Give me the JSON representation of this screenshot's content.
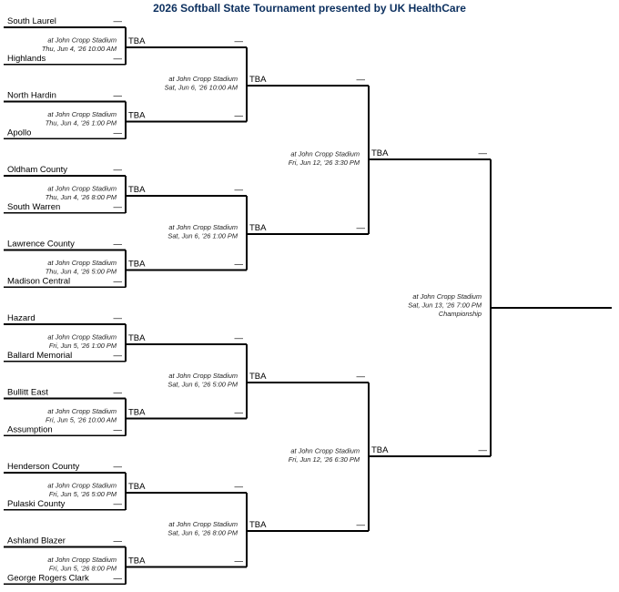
{
  "title": "2026 Softball State Tournament presented by UK HealthCare",
  "accent_color": "#0b2f5e",
  "score_placeholder": "—",
  "round1": [
    {
      "top": "South Laurel",
      "bottom": "Highlands",
      "venue": "at John Cropp Stadium",
      "time": "Thu, Jun 4, '26 10:00 AM"
    },
    {
      "top": "North Hardin",
      "bottom": "Apollo",
      "venue": "at John Cropp Stadium",
      "time": "Thu, Jun 4, '26 1:00 PM"
    },
    {
      "top": "Oldham County",
      "bottom": "South Warren",
      "venue": "at John Cropp Stadium",
      "time": "Thu, Jun 4, '26 8:00 PM"
    },
    {
      "top": "Lawrence County",
      "bottom": "Madison Central",
      "venue": "at John Cropp Stadium",
      "time": "Thu, Jun 4, '26 5:00 PM"
    },
    {
      "top": "Hazard",
      "bottom": "Ballard Memorial",
      "venue": "at John Cropp Stadium",
      "time": "Fri, Jun 5, '26 1:00 PM"
    },
    {
      "top": "Bullitt East",
      "bottom": "Assumption",
      "venue": "at John Cropp Stadium",
      "time": "Fri, Jun 5, '26 10:00 AM"
    },
    {
      "top": "Henderson County",
      "bottom": "Pulaski County",
      "venue": "at John Cropp Stadium",
      "time": "Fri, Jun 5, '26 5:00 PM"
    },
    {
      "top": "Ashland Blazer",
      "bottom": "George Rogers Clark",
      "venue": "at John Cropp Stadium",
      "time": "Fri, Jun 5, '26 8:00 PM"
    }
  ],
  "round2": [
    {
      "top": "TBA",
      "bottom": "TBA",
      "venue": "at John Cropp Stadium",
      "time": "Sat, Jun 6, '26 10:00 AM"
    },
    {
      "top": "TBA",
      "bottom": "TBA",
      "venue": "at John Cropp Stadium",
      "time": "Sat, Jun 6, '26 1:00 PM"
    },
    {
      "top": "TBA",
      "bottom": "TBA",
      "venue": "at John Cropp Stadium",
      "time": "Sat, Jun 6, '26 5:00 PM"
    },
    {
      "top": "TBA",
      "bottom": "TBA",
      "venue": "at John Cropp Stadium",
      "time": "Sat, Jun 6, '26 8:00 PM"
    }
  ],
  "round3": [
    {
      "top": "TBA",
      "bottom": "TBA",
      "venue": "at John Cropp Stadium",
      "time": "Fri, Jun 12, '26 3:30 PM"
    },
    {
      "top": "TBA",
      "bottom": "TBA",
      "venue": "at John Cropp Stadium",
      "time": "Fri, Jun 12, '26 6:30 PM"
    }
  ],
  "final": [
    {
      "top": "TBA",
      "bottom": "TBA",
      "venue": "at John Cropp Stadium",
      "time": "Sat, Jun 13, '26 7:00 PM",
      "label": "Championship"
    }
  ]
}
